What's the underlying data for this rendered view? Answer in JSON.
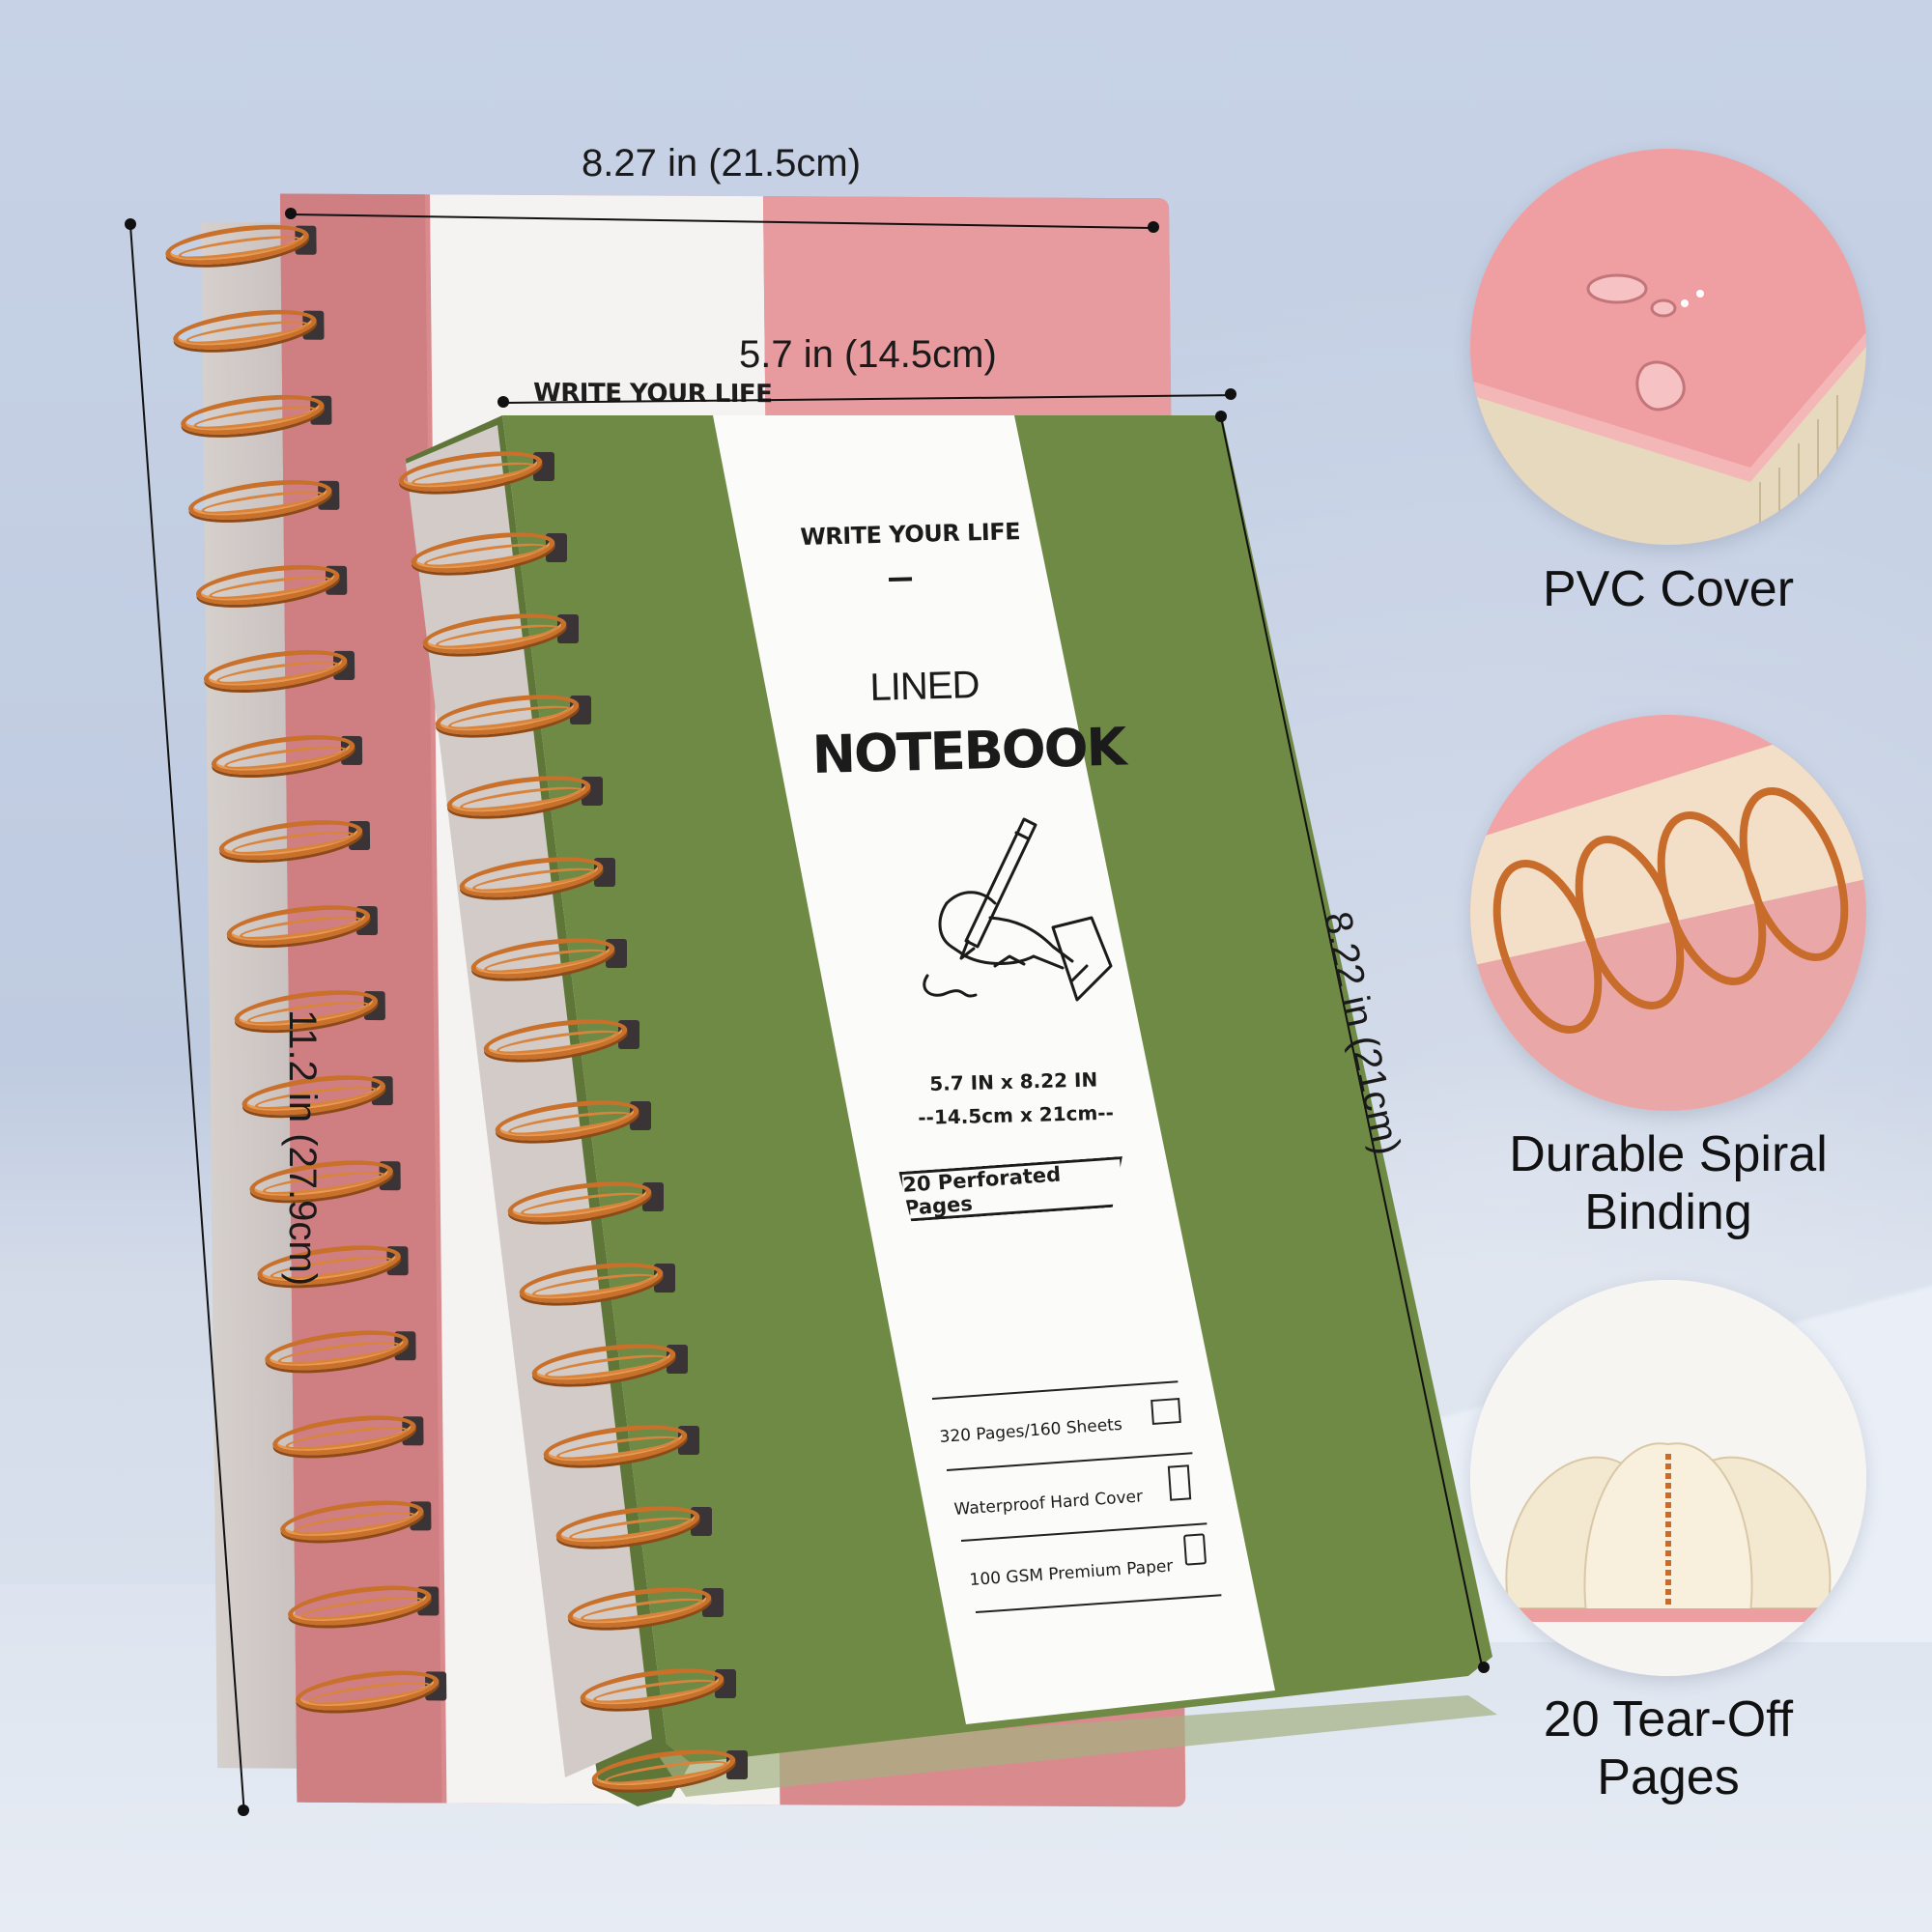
{
  "dimensions": {
    "large_width": "8.27 in (21.5cm)",
    "large_height": "11.2 in (27.9cm)",
    "small_width": "5.7 in (14.5cm)",
    "small_height": "8.22 in (21cm)"
  },
  "pink_notebook": {
    "cover_title": "WRITE YOUR LIFE"
  },
  "green_notebook": {
    "brand": "WRITE YOUR LIFE",
    "subtitle": "LINED",
    "title": "NOTEBOOK",
    "size_in": "5.7 IN x 8.22 IN",
    "size_cm": "--14.5cm x 21cm--",
    "badge": "20 Perforated Pages",
    "features": [
      {
        "label": "320 Pages/160 Sheets",
        "icon": "book-icon"
      },
      {
        "label": "Waterproof Hard Cover",
        "icon": "cover-icon"
      },
      {
        "label": "100 GSM Premium Paper",
        "icon": "paper-icon"
      }
    ]
  },
  "features": [
    {
      "label": "PVC Cover",
      "image": "water-drops-on-pink-cover"
    },
    {
      "label": "Durable Spiral Binding",
      "image": "orange-spiral-coils"
    },
    {
      "label": "20 Tear-Off Pages",
      "image": "fanned-open-pages"
    }
  ],
  "colors": {
    "pink_cover": "#d98a8d",
    "green_cover": "#6f8a44",
    "coil": "#c9702a",
    "background": "#c7d2e6"
  }
}
